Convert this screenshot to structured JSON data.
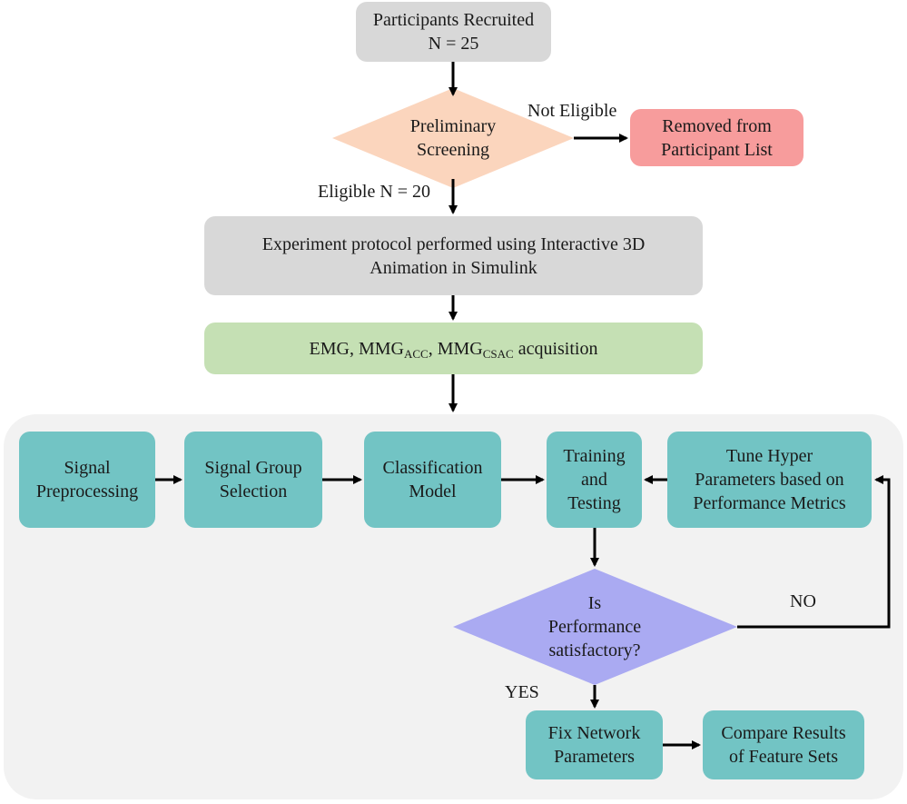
{
  "nodes": {
    "recruited": {
      "line1": "Participants Recruited",
      "line2": "N = 25"
    },
    "screening": {
      "line1": "Preliminary",
      "line2": "Screening"
    },
    "removed": {
      "line1": "Removed from",
      "line2": "Participant List"
    },
    "protocol": {
      "line1": "Experiment protocol performed using Interactive 3D",
      "line2": "Animation in Simulink"
    },
    "acquisition": {
      "emg": "EMG, ",
      "mmg": "MMG",
      "acc_sub": "ACC",
      "comma": ", ",
      "mmg2": "MMG",
      "csac_sub": "CSAC",
      "rest": " acquisition"
    },
    "preprocessing": {
      "line1": "Signal",
      "line2": "Preprocessing"
    },
    "group_selection": {
      "line1": "Signal Group",
      "line2": "Selection"
    },
    "classification": {
      "line1": "Classification",
      "line2": "Model"
    },
    "training": {
      "line1": "Training",
      "line2": "and",
      "line3": "Testing"
    },
    "tune": {
      "line1": "Tune Hyper",
      "line2": "Parameters based on",
      "line3": "Performance Metrics"
    },
    "decision": {
      "line1": "Is",
      "line2": "Performance",
      "line3": "satisfactory?"
    },
    "fix": {
      "line1": "Fix Network",
      "line2": "Parameters"
    },
    "compare": {
      "line1": "Compare Results",
      "line2": "of Feature Sets"
    }
  },
  "edge_labels": {
    "not_eligible": "Not Eligible",
    "eligible": "Eligible N = 20",
    "no": "NO",
    "yes": "YES"
  },
  "colors": {
    "gray": "#d8d8d8",
    "pink": "#f79c9c",
    "peach": "#fbd5bd",
    "green": "#c5e0b4",
    "teal": "#72c4c4",
    "lavender": "#aaaaf2",
    "panel": "#f2f2f2"
  }
}
